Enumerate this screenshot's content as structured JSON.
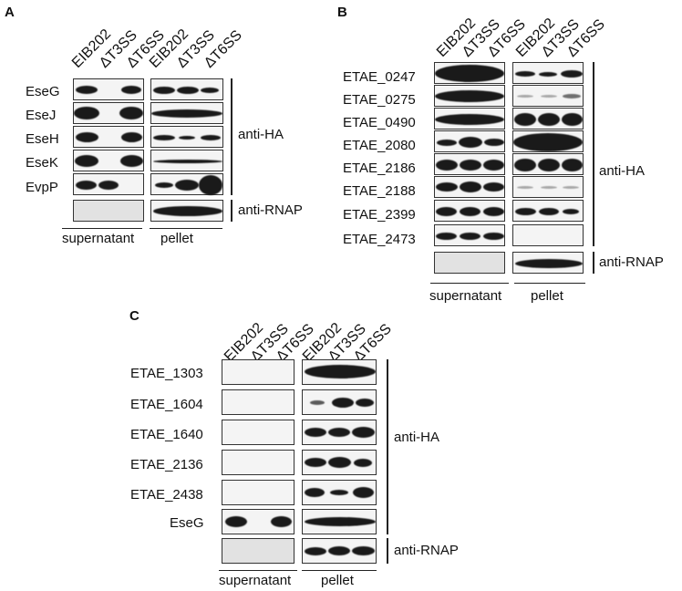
{
  "strains": [
    "EIB202",
    "ΔT3SS",
    "ΔT6SS"
  ],
  "fractions": {
    "supernatant": "supernatant",
    "pellet": "pellet"
  },
  "antibodies": {
    "ha": "anti-HA",
    "rnap": "anti-RNAP"
  },
  "panelA": {
    "letter": "A",
    "proteins": [
      "EseG",
      "EseJ",
      "EseH",
      "EseK",
      "EvpP"
    ]
  },
  "panelB": {
    "letter": "B",
    "proteins": [
      "ETAE_0247",
      "ETAE_0275",
      "ETAE_0490",
      "ETAE_2080",
      "ETAE_2186",
      "ETAE_2188",
      "ETAE_2399",
      "ETAE_2473"
    ]
  },
  "panelC": {
    "letter": "C",
    "proteins": [
      "ETAE_1303",
      "ETAE_1604",
      "ETAE_1640",
      "ETAE_2136",
      "ETAE_2438",
      "EseG"
    ]
  }
}
